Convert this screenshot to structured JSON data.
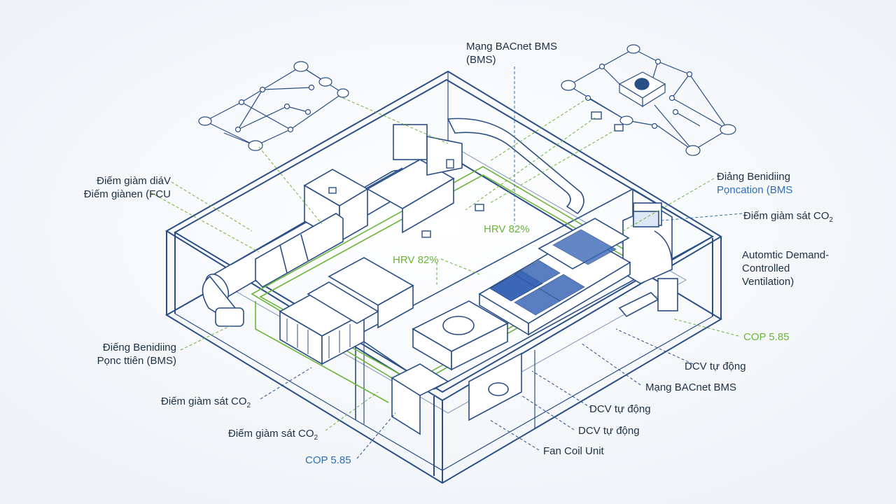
{
  "labels": {
    "bms_network_top_1": "Mạng BACnet BMS",
    "bms_network_top_2": "(BMS)",
    "left_point_1": "Điếm giàm diáV",
    "left_point_2": "Điếm giànen (FCU",
    "right_building_1": "Điảng Benidiing",
    "right_building_2": "Pọncation (BMS",
    "co2_right": "Điếm giàm sát CO",
    "co2_sub": "2",
    "adcv_1": "Automtic Demand-",
    "adcv_2": "Controlled",
    "adcv_3": "Ventilation)",
    "hrv_inner_1": "HRV 82%",
    "hrv_inner_2": "HRV 82%",
    "cop_right": "COP 5.85",
    "dcv_1": "DCV tự động",
    "bms_network_bottom": "Mạng BACnet BMS",
    "dcv_2": "DCV tự động",
    "dcv_3": "DCV tự động",
    "fan_coil": "Fan Coil Unit",
    "left_building_1": "Điếng Benidiing",
    "left_building_2": "Pọnc ttiên (BMS)",
    "co2_left_1": "Điếm giàm sát CO",
    "co2_left_2": "Điếm giàm sát CO",
    "cop_left": "COP 5.85"
  },
  "colors": {
    "line_blue": "#2a4e86",
    "accent_green": "#6cb43a",
    "accent_blue": "#2f6fb1",
    "text_dark": "#1f2f44"
  }
}
